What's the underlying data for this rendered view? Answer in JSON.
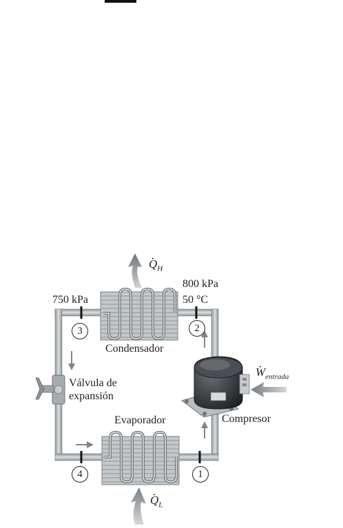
{
  "labels": {
    "p_low": "750 kPa",
    "p_high": "800 kPa",
    "t_high": "50 °C",
    "condenser": "Condensador",
    "evaporator": "Evaporador",
    "valve_line1": "Válvula de",
    "valve_line2": "expansión",
    "compressor": "Compresor"
  },
  "states": [
    "1",
    "2",
    "3",
    "4"
  ],
  "heat_out": {
    "symbol": "Q",
    "sub": "H"
  },
  "heat_in": {
    "symbol": "Q",
    "sub": "L"
  },
  "work_in": {
    "symbol": "W",
    "sub": "entrada"
  },
  "colors": {
    "pipe": "#b7bbbe",
    "pipe_edge": "#7e8387",
    "coil": "#9aa0a5",
    "arrow": "#8a8f93",
    "compressor": "#3a3d41"
  }
}
